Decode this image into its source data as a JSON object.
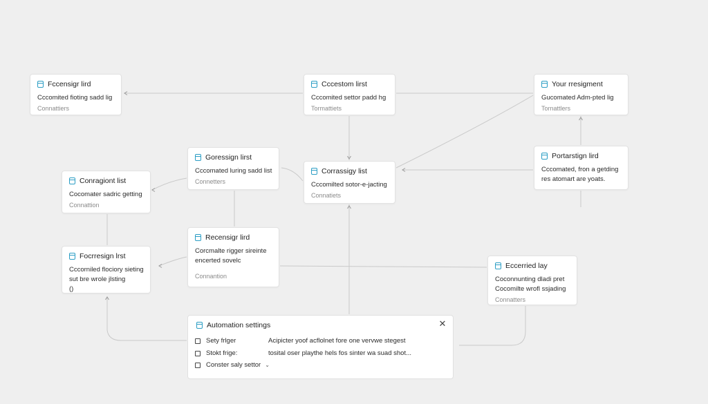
{
  "nodes": [
    {
      "id": "n1",
      "title": "Fccensigr lird",
      "lines": [
        "Cccomited fioting sadd lig"
      ],
      "sub": "Connattiers"
    },
    {
      "id": "n2",
      "title": "Cccestom lirst",
      "lines": [
        "Cccomited settor padd hg"
      ],
      "sub": "Tormattiets"
    },
    {
      "id": "n3",
      "title": "Your rresigment",
      "lines": [
        "Gucomated Adm-pted lig"
      ],
      "sub": "Tornattlers"
    },
    {
      "id": "n4",
      "title": "Goressign lirst",
      "lines": [
        "Cccomated luring sadd list"
      ],
      "sub": "Connetters"
    },
    {
      "id": "n5",
      "title": "Corrassigy list",
      "lines": [
        "Cccomilted sotor-e-jacting"
      ],
      "sub": "Connatiets"
    },
    {
      "id": "n6",
      "title": "Portarstign lird",
      "lines": [
        "Cccomated, fron a getding",
        "res atomart are yoats."
      ],
      "sub": ""
    },
    {
      "id": "n7",
      "title": "Conragiont list",
      "lines": [
        "Cocomater sadric getting"
      ],
      "sub": "Connattion"
    },
    {
      "id": "n8",
      "title": "Recensigr lird",
      "lines": [
        "Corcmalte rigger sireinte",
        "encerted sovelc"
      ],
      "sub": "Connantion"
    },
    {
      "id": "n9",
      "title": "Focrresign lrst",
      "lines": [
        "Cccorniled flociory sieting",
        "sut bre wrole jlsting",
        "()"
      ],
      "sub": ""
    },
    {
      "id": "n10",
      "title": "Eccerried lay",
      "lines": [
        "Coconnunting dladi pret",
        "Cocomilte wrofl ssjading"
      ],
      "sub": "Connatters"
    }
  ],
  "settings": {
    "title": "Automation settings",
    "close_icon": "close-icon",
    "rows": [
      {
        "label": "Sety frlger",
        "value": "Acipicter yoof acflolnet fore one vervwe stegest"
      },
      {
        "label": "Stokt frige:",
        "value": "tosital oser playthe hels fos sinter wa suad shot..."
      },
      {
        "label": "Conster saly settor",
        "value": ""
      }
    ]
  },
  "colors": {
    "accent": "#2a9dc4",
    "line": "#c9c9c9",
    "background": "#efefef"
  }
}
